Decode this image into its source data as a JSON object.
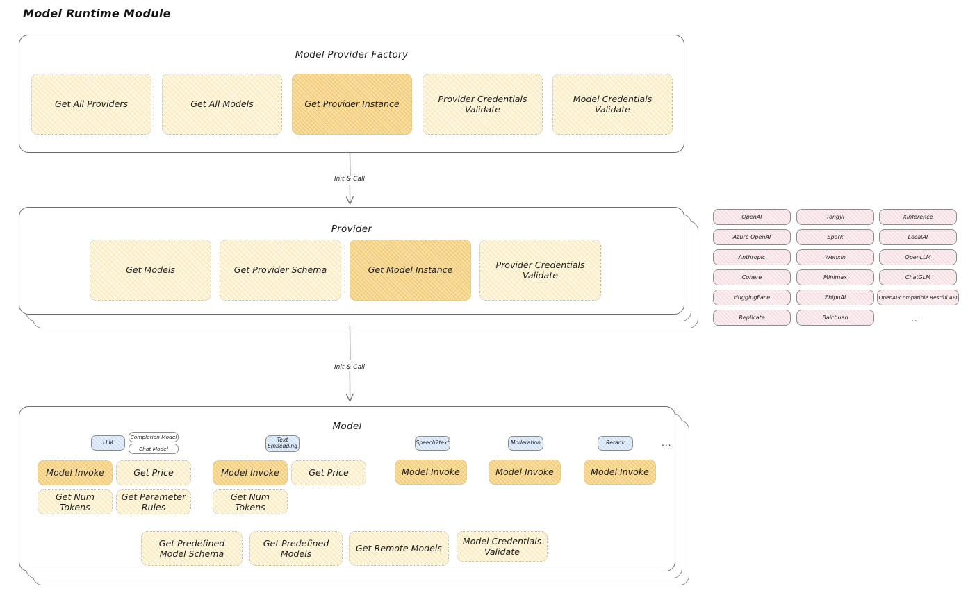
{
  "page": {
    "title": "Model Runtime Module",
    "ellipsis": "..."
  },
  "factory": {
    "title": "Model Provider Factory",
    "nodes": [
      {
        "label": "Get All Providers",
        "highlighted": false
      },
      {
        "label": "Get All Models",
        "highlighted": false
      },
      {
        "label": "Get Provider Instance",
        "highlighted": true
      },
      {
        "label": "Provider Credentials Validate",
        "highlighted": false
      },
      {
        "label": "Model Credentials Validate",
        "highlighted": false
      }
    ]
  },
  "arrows": [
    {
      "label": "Init & Call"
    },
    {
      "label": "Init & Call"
    }
  ],
  "provider": {
    "title": "Provider",
    "nodes": [
      {
        "label": "Get Models",
        "highlighted": false
      },
      {
        "label": "Get Provider Schema",
        "highlighted": false
      },
      {
        "label": "Get Model Instance",
        "highlighted": true
      },
      {
        "label": "Provider Credentials Validate",
        "highlighted": false
      }
    ]
  },
  "provider_list": {
    "column1": [
      "OpenAI",
      "Azure OpenAI",
      "Anthropic",
      "Cohere",
      "HuggingFace",
      "Replicate"
    ],
    "column2": [
      "Tongyi",
      "Spark",
      "Wenxin",
      "Minimax",
      "ZhipuAI",
      "Baichuan"
    ],
    "column3": [
      "Xinference",
      "LocalAI",
      "OpenLLM",
      "ChatGLM",
      "OpenAI-Compatible Restful API"
    ],
    "more": "..."
  },
  "model": {
    "title": "Model",
    "groups": [
      {
        "badge": "LLM",
        "subbadges": [
          "Completion Model",
          "Chat Model"
        ],
        "nodes": [
          {
            "label": "Model Invoke",
            "highlighted": true
          },
          {
            "label": "Get Price",
            "highlighted": false
          },
          {
            "label": "Get Num Tokens",
            "highlighted": false
          },
          {
            "label": "Get Parameter Rules",
            "highlighted": false
          }
        ]
      },
      {
        "badge": "Text Embedding",
        "subbadges": [],
        "nodes": [
          {
            "label": "Model Invoke",
            "highlighted": true
          },
          {
            "label": "Get Price",
            "highlighted": false
          },
          {
            "label": "Get Num Tokens",
            "highlighted": false
          }
        ]
      },
      {
        "badge": "Speech2text",
        "subbadges": [],
        "nodes": [
          {
            "label": "Model Invoke",
            "highlighted": true
          }
        ]
      },
      {
        "badge": "Moderation",
        "subbadges": [],
        "nodes": [
          {
            "label": "Model Invoke",
            "highlighted": true
          }
        ]
      },
      {
        "badge": "Rerank",
        "subbadges": [],
        "nodes": [
          {
            "label": "Model Invoke",
            "highlighted": true
          }
        ]
      }
    ],
    "common_nodes": [
      {
        "label": "Get Predefined Model Schema"
      },
      {
        "label": "Get Predefined Models"
      },
      {
        "label": "Get Remote Models"
      },
      {
        "label": "Model Credentials Validate"
      }
    ],
    "more": "..."
  },
  "colors": {
    "node_fill": "#fdf6e0",
    "node_fill_highlight": "#f9dfa4",
    "badge_fill": "#e3eefb",
    "pill_fill": "#fbeef0",
    "panel_border": "#6f6f6f"
  }
}
